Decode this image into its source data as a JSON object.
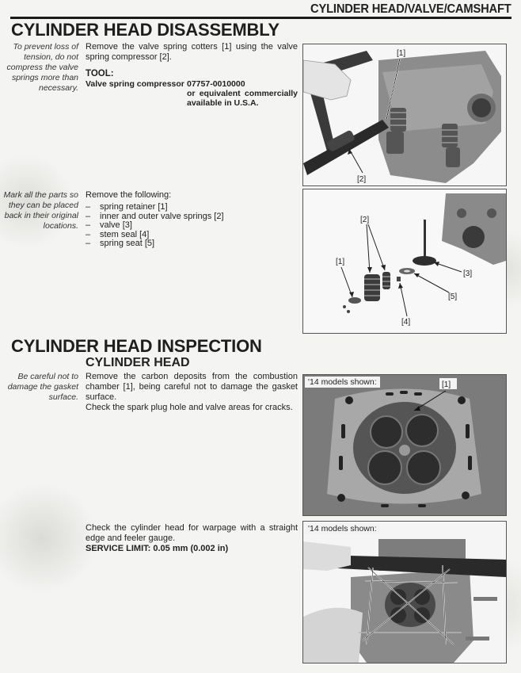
{
  "header": {
    "section": "CYLINDER HEAD/VALVE/CAMSHAFT"
  },
  "disassembly": {
    "title": "CYLINDER HEAD DISASSEMBLY",
    "step1": {
      "note": "To prevent loss of tension, do not compress the valve springs more than necessary.",
      "text": "Remove the valve spring cotters [1] using the valve spring compressor [2].",
      "tool_label": "TOOL:",
      "tool_name": "Valve spring compressor",
      "tool_number": "07757-0010000",
      "tool_alt": "or equivalent commercially available in U.S.A.",
      "figure": {
        "callouts": [
          "[1]",
          "[2]"
        ]
      }
    },
    "step2": {
      "note": "Mark all the parts so they can be placed back in their original locations.",
      "intro": "Remove the following:",
      "items": [
        "spring retainer [1]",
        "inner and outer valve springs [2]",
        "valve [3]",
        "stem seal [4]",
        "spring seat [5]"
      ],
      "figure": {
        "callouts": [
          "[1]",
          "[2]",
          "[3]",
          "[4]",
          "[5]"
        ]
      }
    }
  },
  "inspection": {
    "title": "CYLINDER HEAD INSPECTION",
    "subtitle": "CYLINDER HEAD",
    "step1": {
      "note": "Be careful not to damage the gasket surface.",
      "text1": "Remove the carbon deposits from the combustion chamber [1], being careful not to damage the gasket surface.",
      "text2": "Check the spark plug hole and valve areas for cracks.",
      "figure": {
        "caption": "'14 models shown:",
        "callouts": [
          "[1]"
        ]
      }
    },
    "step2": {
      "text": "Check the cylinder head for warpage with a straight edge and feeler gauge.",
      "service_limit": "SERVICE LIMIT: 0.05 mm (0.002 in)",
      "figure": {
        "caption": "'14 models shown:"
      }
    }
  }
}
